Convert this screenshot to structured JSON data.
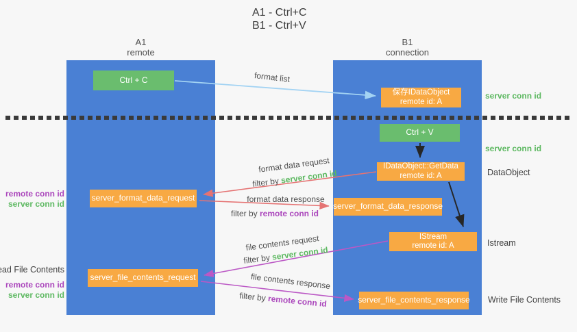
{
  "title": {
    "line1": "A1 - Ctrl+C",
    "line2": "B1 - Ctrl+V"
  },
  "lifelines": {
    "a1": {
      "title": "A1",
      "subtitle": "remote"
    },
    "b1": {
      "title": "B1",
      "subtitle": "connection"
    }
  },
  "nodes": {
    "ctrl_c": {
      "label": "Ctrl + C"
    },
    "store_dataobject": {
      "title": "保存IDataObject",
      "subtitle": "remote id: A"
    },
    "ctrl_v": {
      "label": "Ctrl + V"
    },
    "getdata": {
      "title": "IDataObject::GetData",
      "subtitle": "remote id: A"
    },
    "server_format_data_request": {
      "label": "server_format_data_request"
    },
    "server_format_data_response": {
      "label": "server_format_data_response"
    },
    "istream": {
      "title": "IStream",
      "subtitle": "remote id: A"
    },
    "server_file_contents_request": {
      "label": "server_file_contents_request"
    },
    "server_file_contents_response": {
      "label": "server_file_contents_response"
    }
  },
  "flow_labels": {
    "format_list": "format list",
    "format_data_request": "format data request",
    "format_data_request_filter": {
      "prefix": "filter by ",
      "value": "server conn id"
    },
    "format_data_response": "format data response",
    "format_data_response_filter": {
      "prefix": "filter by ",
      "value": "remote conn id"
    },
    "file_contents_request": "file contents request",
    "file_contents_request_filter": {
      "prefix": "filter by ",
      "value": "server conn id"
    },
    "file_contents_response": "file contents response",
    "file_contents_response_filter": {
      "prefix": "filter by ",
      "value": "remote conn id"
    }
  },
  "annotations": {
    "server_conn_id_top_right": "server conn id",
    "server_conn_id_mid_right": "server conn id",
    "dataobject_right": "DataObject",
    "istream_right": "Istream",
    "write_file_contents_right": "Write File Contents",
    "read_file_contents_left": "Read File Contents",
    "format_block_left": {
      "remote": "remote conn id",
      "server": "server conn id"
    },
    "file_block_left": {
      "remote": "remote conn id",
      "server": "server conn id"
    }
  },
  "colors": {
    "background": "#f7f7f7",
    "lifeline_blue": "#4a80d4",
    "event_green": "#6abd6e",
    "message_orange": "#f8a943",
    "label_green": "#5cb860",
    "label_purple": "#ab47bc",
    "arrow_red": "#e57373",
    "arrow_purple": "#bb58c5",
    "arrow_blue": "#a3d3f3",
    "arrow_black": "#262626",
    "separator_dark": "#3a3a3a",
    "text_dark": "#3f3f3f",
    "text_mid": "#4f4f4f",
    "box_text": "#ffffff"
  }
}
